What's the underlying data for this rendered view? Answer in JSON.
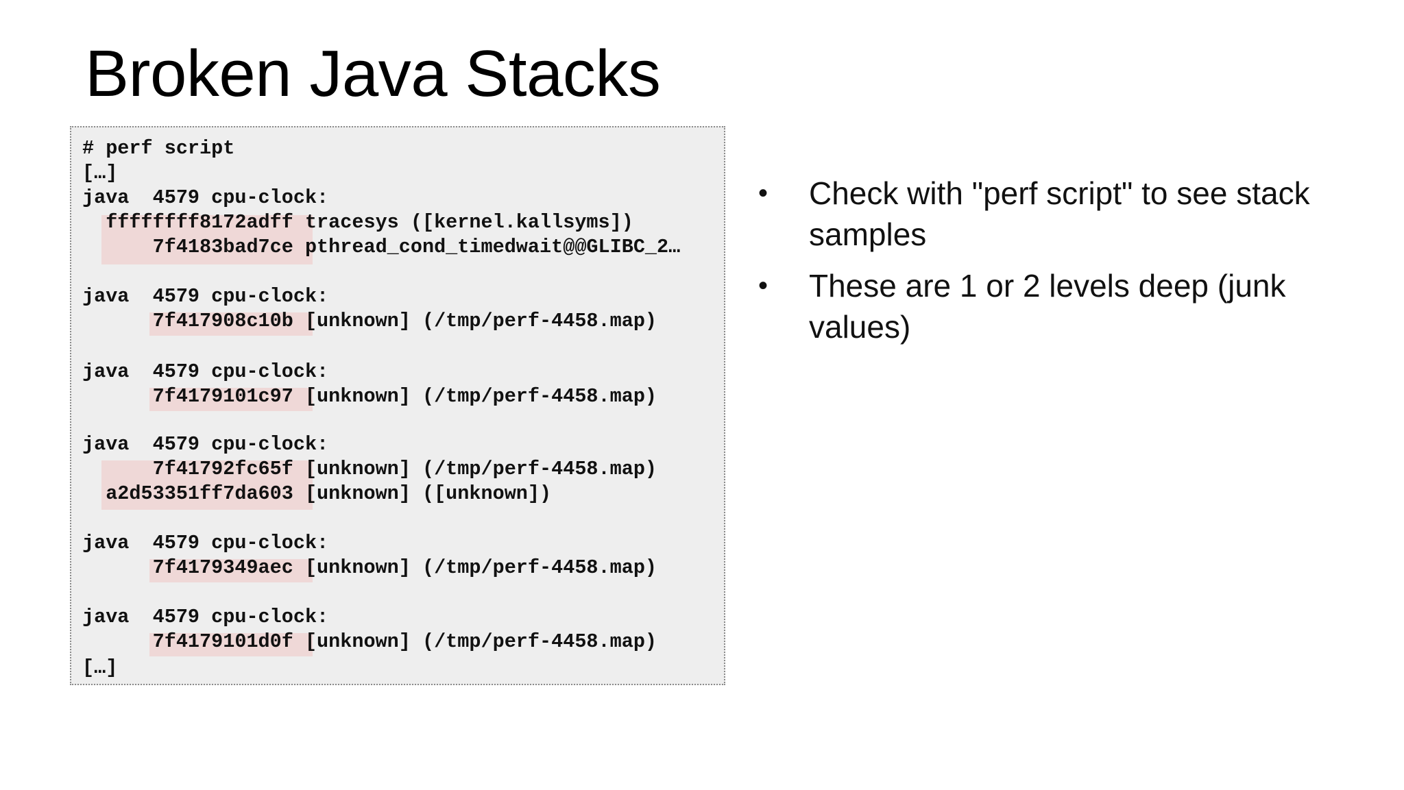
{
  "slide": {
    "title": "Broken Java Stacks"
  },
  "code": {
    "lines": [
      "# perf script",
      "[…]",
      "java  4579 cpu-clock:",
      "  ffffffff8172adff tracesys ([kernel.kallsyms])",
      "      7f4183bad7ce pthread_cond_timedwait@@GLIBC_2…",
      "java  4579 cpu-clock:",
      "      7f417908c10b [unknown] (/tmp/perf-4458.map)",
      "java  4579 cpu-clock:",
      "      7f4179101c97 [unknown] (/tmp/perf-4458.map)",
      "java  4579 cpu-clock:",
      "      7f41792fc65f [unknown] (/tmp/perf-4458.map)",
      "  a2d53351ff7da603 [unknown] ([unknown])",
      "java  4579 cpu-clock:",
      "      7f4179349aec [unknown] (/tmp/perf-4458.map)",
      "java  4579 cpu-clock:",
      "      7f4179101d0f [unknown] (/tmp/perf-4458.map)",
      "[…]"
    ]
  },
  "bullets": [
    "Check with \"perf script\" to see stack samples",
    "These are 1 or 2 levels deep (junk values)"
  ],
  "colors": {
    "code_background": "#eeeeee",
    "address_highlight": "#efd8d7",
    "code_border": "#8a8a8a"
  }
}
